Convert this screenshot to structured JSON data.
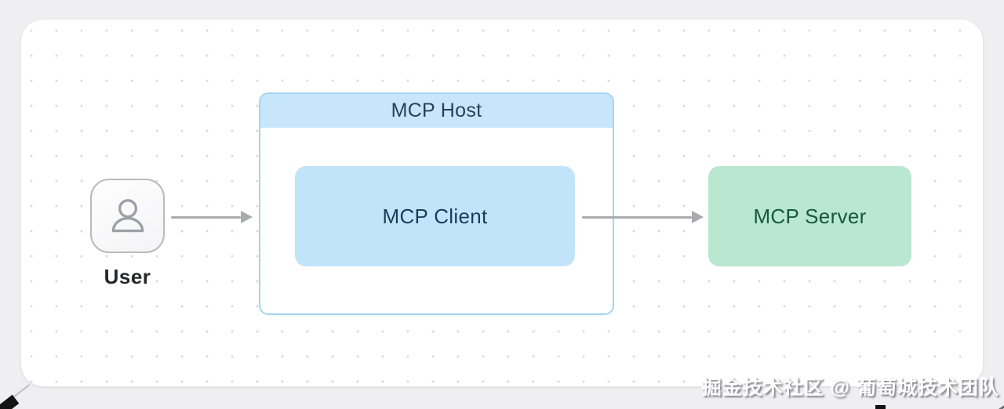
{
  "diagram": {
    "user": {
      "label": "User",
      "icon": "person-icon"
    },
    "host": {
      "label": "MCP Host"
    },
    "client": {
      "label": "MCP Client"
    },
    "server": {
      "label": "MCP Server"
    },
    "arrows": [
      {
        "from": "user",
        "to": "host"
      },
      {
        "from": "client",
        "to": "server"
      }
    ]
  },
  "watermark": {
    "text": "掘金技术社区 @ 葡萄城技术团队"
  },
  "colors": {
    "page_bg": "#efeff1",
    "card_bg": "#ffffff",
    "dot_grid": "#d9d9de",
    "host_border": "#a5d4f3",
    "host_header_bg": "#c7e5fb",
    "host_text": "#2b3f54",
    "client_bg": "#c2e4fb",
    "client_text": "#1d3c57",
    "server_bg": "#b9e7cf",
    "server_text": "#17593d",
    "arrow": "#a9aaae",
    "user_border": "#b9babe",
    "user_text": "#26272b"
  }
}
